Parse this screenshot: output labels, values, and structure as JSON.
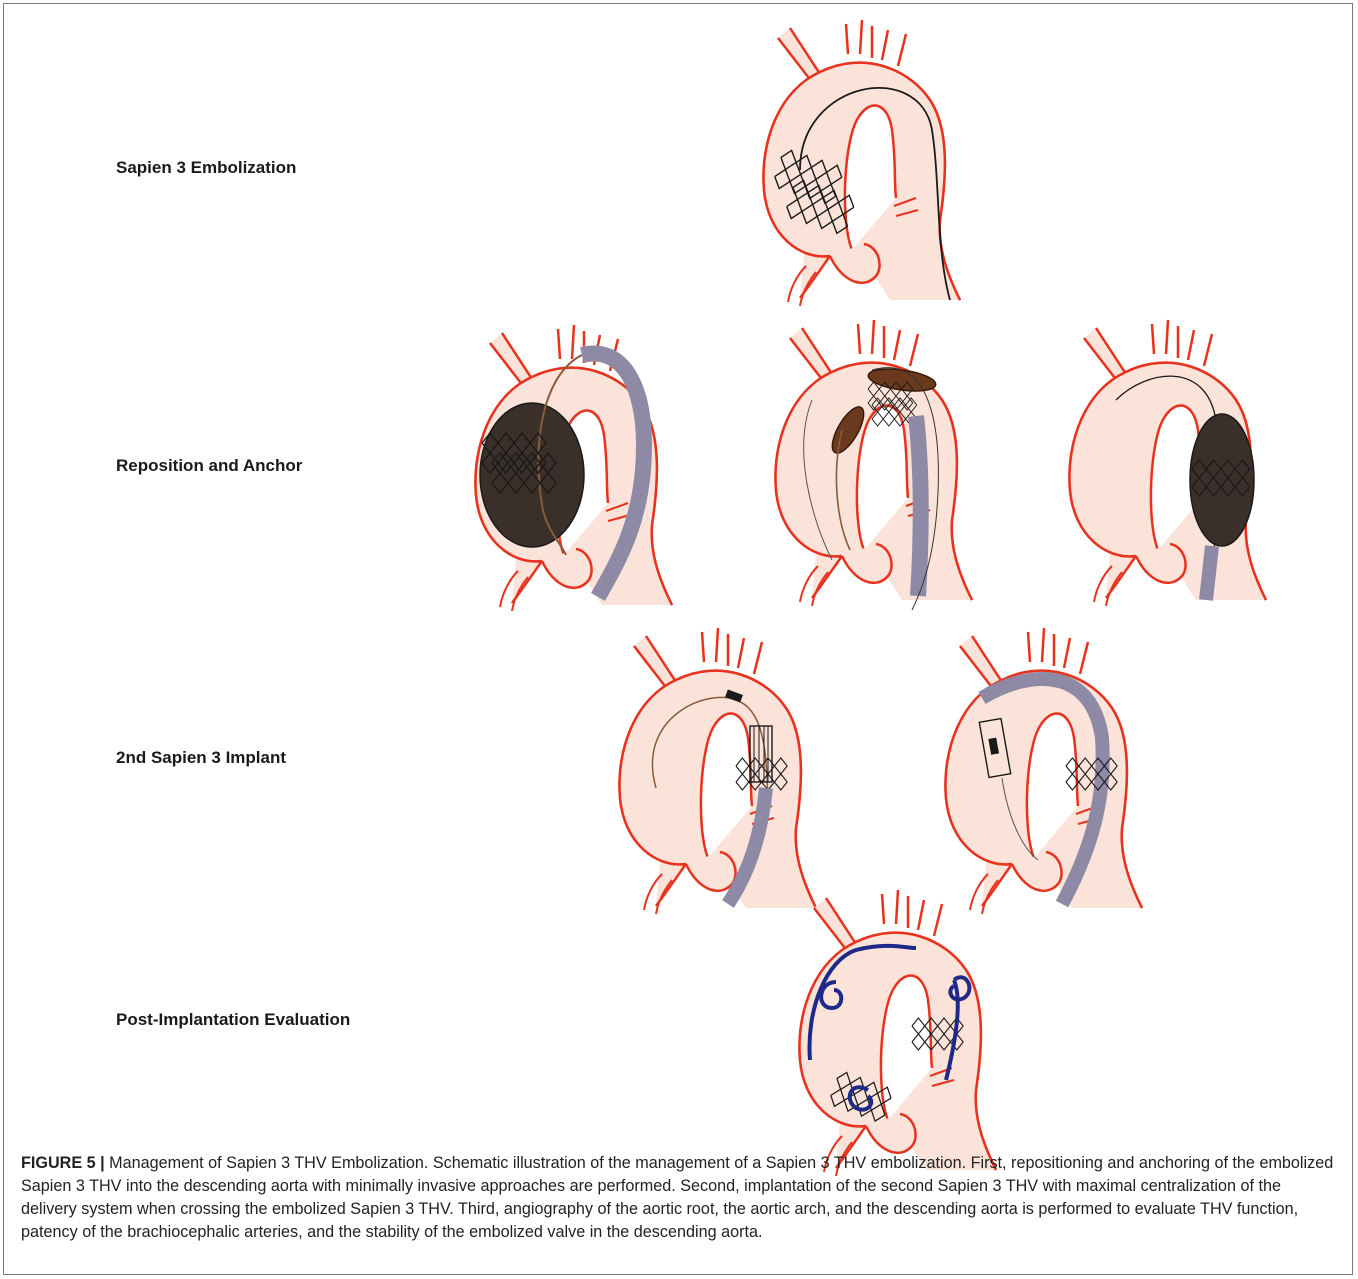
{
  "figure": {
    "rows": [
      {
        "label": "Sapien 3 Embolization"
      },
      {
        "label": "Reposition and Anchor"
      },
      {
        "label": "2nd Sapien 3 Implant"
      },
      {
        "label": "Post-Implantation Evaluation"
      }
    ],
    "caption": {
      "prefix": "FIGURE 5 |",
      "text": " Management of Sapien 3 THV Embolization. Schematic illustration of the management of a Sapien 3 THV embolization. First, repositioning and anchoring of the embolized Sapien 3 THV into the descending aorta with minimally invasive approaches are performed. Second, implantation of the second Sapien 3 THV with maximal centralization of the delivery system when crossing the embolized Sapien 3 THV. Third, angiography of the aortic root, the aortic arch, and the descending aorta is performed to evaluate THV function, patency of the brachiocephalic arteries, and the stability of the embolized valve in the descending aorta."
    },
    "colors": {
      "vessel_outline": "#e8321e",
      "vessel_fill": "#fbe3da",
      "sheath": "#8e8aa6",
      "balloon": "#3b2f2a",
      "snare_dark": "#6b3a1e",
      "pigtail": "#1e2a8a",
      "stent_line": "#1a1a1a"
    }
  }
}
